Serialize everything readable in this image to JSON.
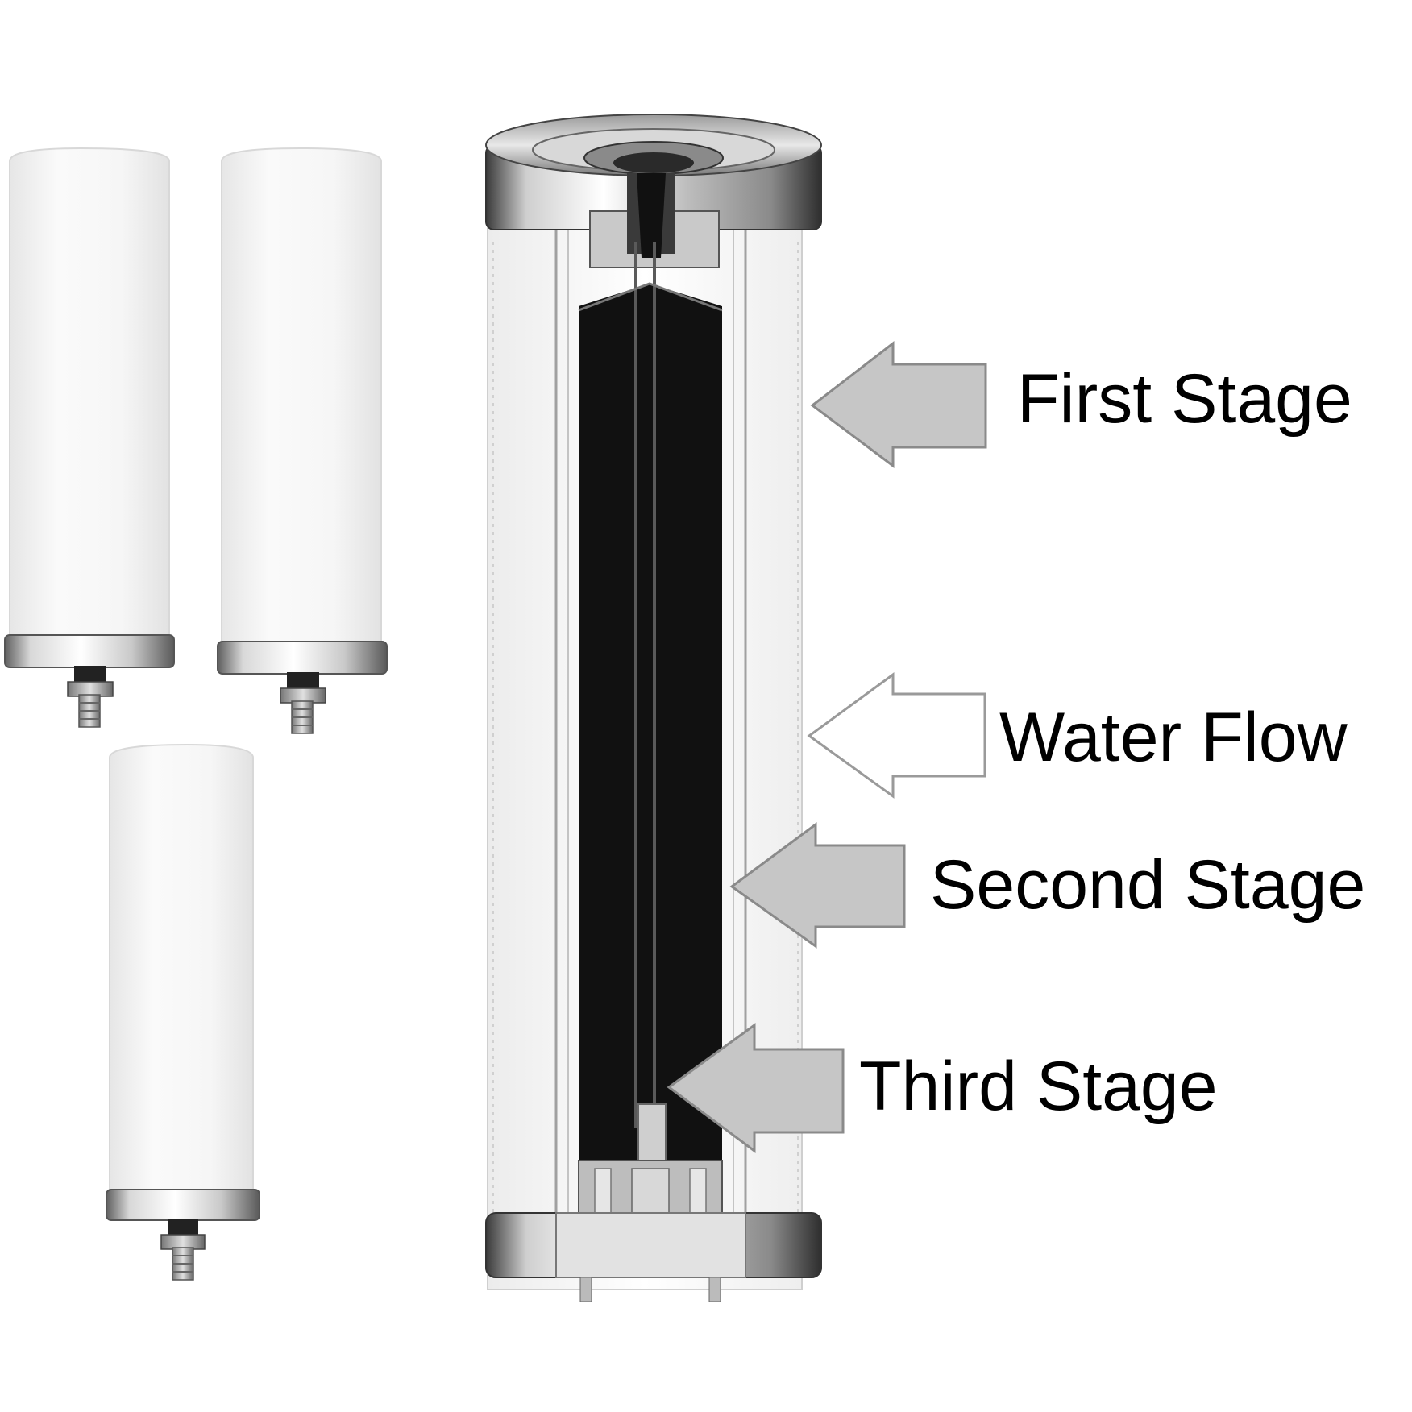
{
  "labels": {
    "first_stage": "First Stage",
    "water_flow": "Water Flow",
    "second_stage": "Second Stage",
    "third_stage": "Third Stage"
  },
  "colors": {
    "background": "#ffffff",
    "ceramic_white": "#f2f2f2",
    "carbon_core": "#111111",
    "metal_band": "#b5b5b5",
    "stage_arrow_fill": "#c6c6c6",
    "water_arrow_fill": "#ffffff",
    "arrow_outline": "#9a9a9a",
    "label_text": "#000000"
  },
  "icons": {
    "filter_candle": "ceramic-filter-candle-icon",
    "cutaway": "filter-cutaway-diagram",
    "stage_arrow": "left-arrow-icon",
    "flow_arrow": "left-arrow-outline-icon"
  }
}
